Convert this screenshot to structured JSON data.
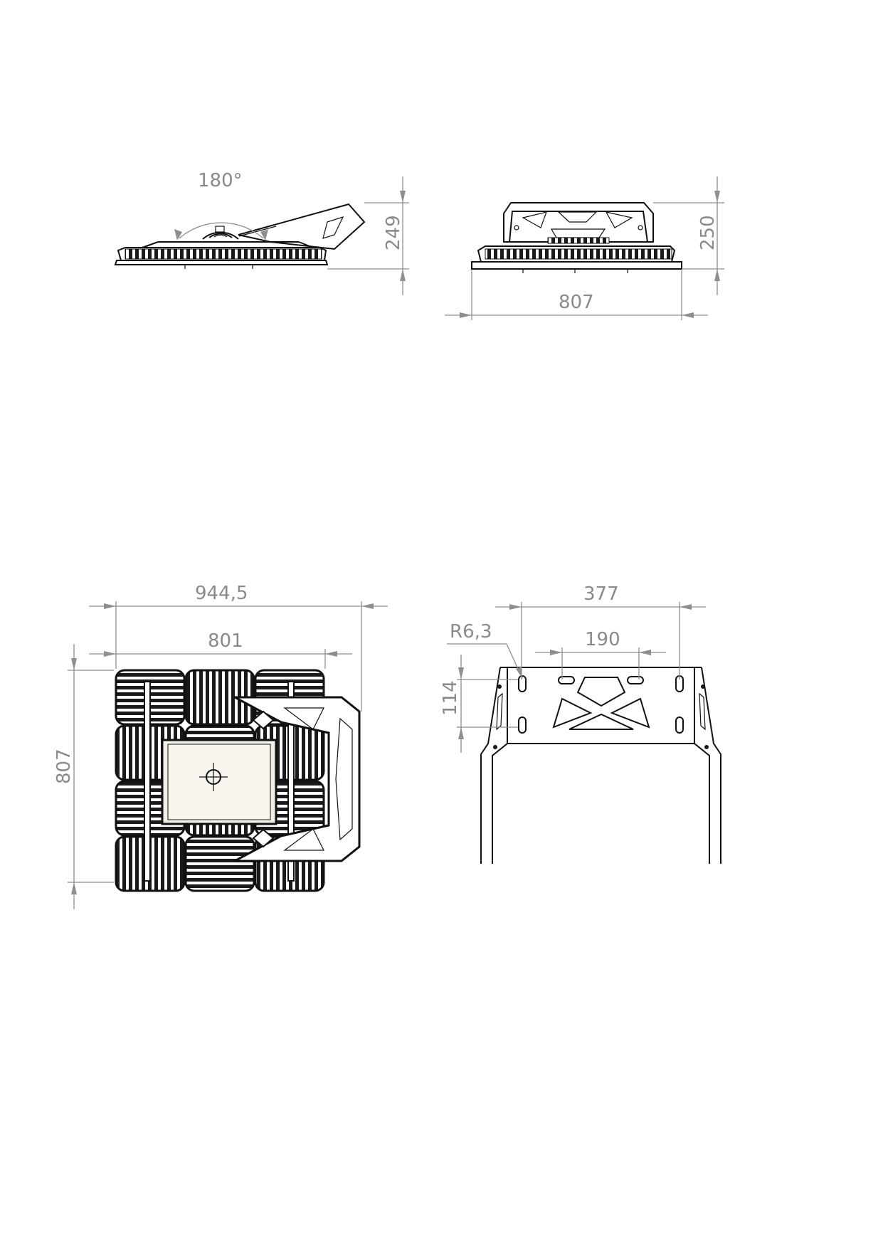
{
  "dimensions": {
    "side_angle": "180°",
    "side_height": "249",
    "front_height": "250",
    "front_width": "807",
    "top_overall_width": "944,5",
    "top_body_width": "801",
    "top_depth": "807",
    "bracket_width": "377",
    "bracket_hole_spacing": "190",
    "bracket_slot_radius": "R6,3",
    "bracket_height": "114"
  },
  "colors": {
    "line": "#111111",
    "dimension": "#8a8a8a",
    "background": "#ffffff"
  }
}
